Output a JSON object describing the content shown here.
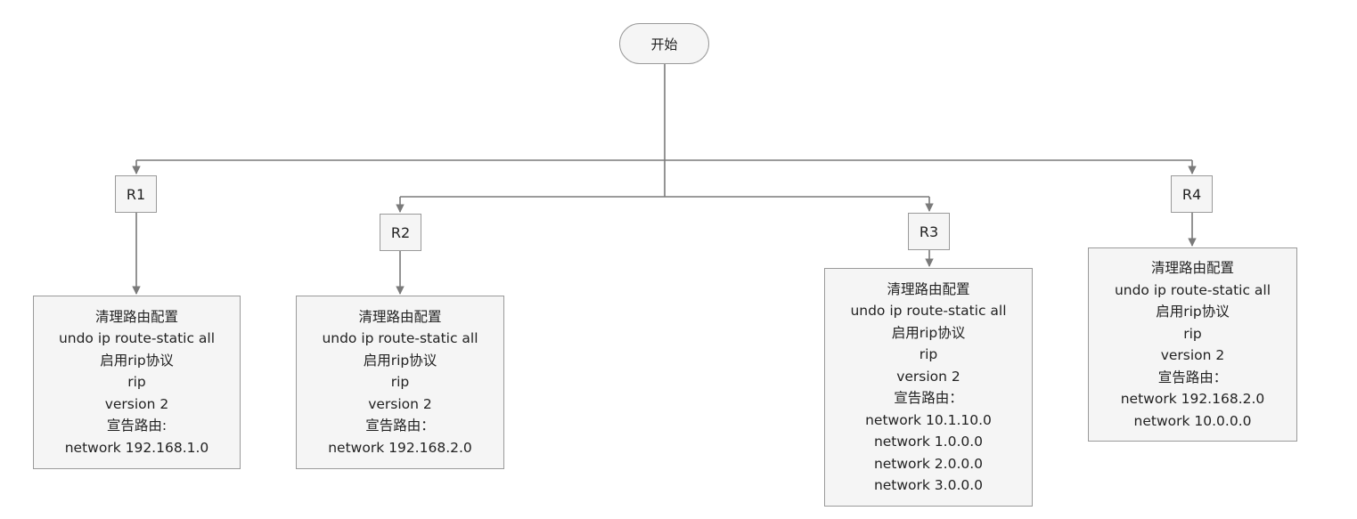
{
  "start": {
    "label": "开始"
  },
  "routers": [
    {
      "name": "R1",
      "lines": [
        "清理路由配置",
        "undo ip route-static all",
        "启用rip协议",
        "rip",
        "version 2",
        "宣告路由:",
        "network 192.168.1.0"
      ]
    },
    {
      "name": "R2",
      "lines": [
        "清理路由配置",
        "undo ip route-static all",
        "启用rip协议",
        "rip",
        "version 2",
        "宣告路由：",
        "network 192.168.2.0"
      ]
    },
    {
      "name": "R3",
      "lines": [
        "清理路由配置",
        "undo ip route-static all",
        "启用rip协议",
        "rip",
        "version 2",
        "宣告路由：",
        "network 10.1.10.0",
        "network 1.0.0.0",
        "network 2.0.0.0",
        "network 3.0.0.0"
      ]
    },
    {
      "name": "R4",
      "lines": [
        "清理路由配置",
        "undo ip route-static all",
        "启用rip协议",
        "rip",
        "version 2",
        "宣告路由：",
        "network 192.168.2.0",
        "network 10.0.0.0"
      ]
    }
  ],
  "colors": {
    "line": "#7a7a7a",
    "box_fill": "#f5f5f5",
    "box_border": "#9a9a9a",
    "text": "#222222"
  }
}
